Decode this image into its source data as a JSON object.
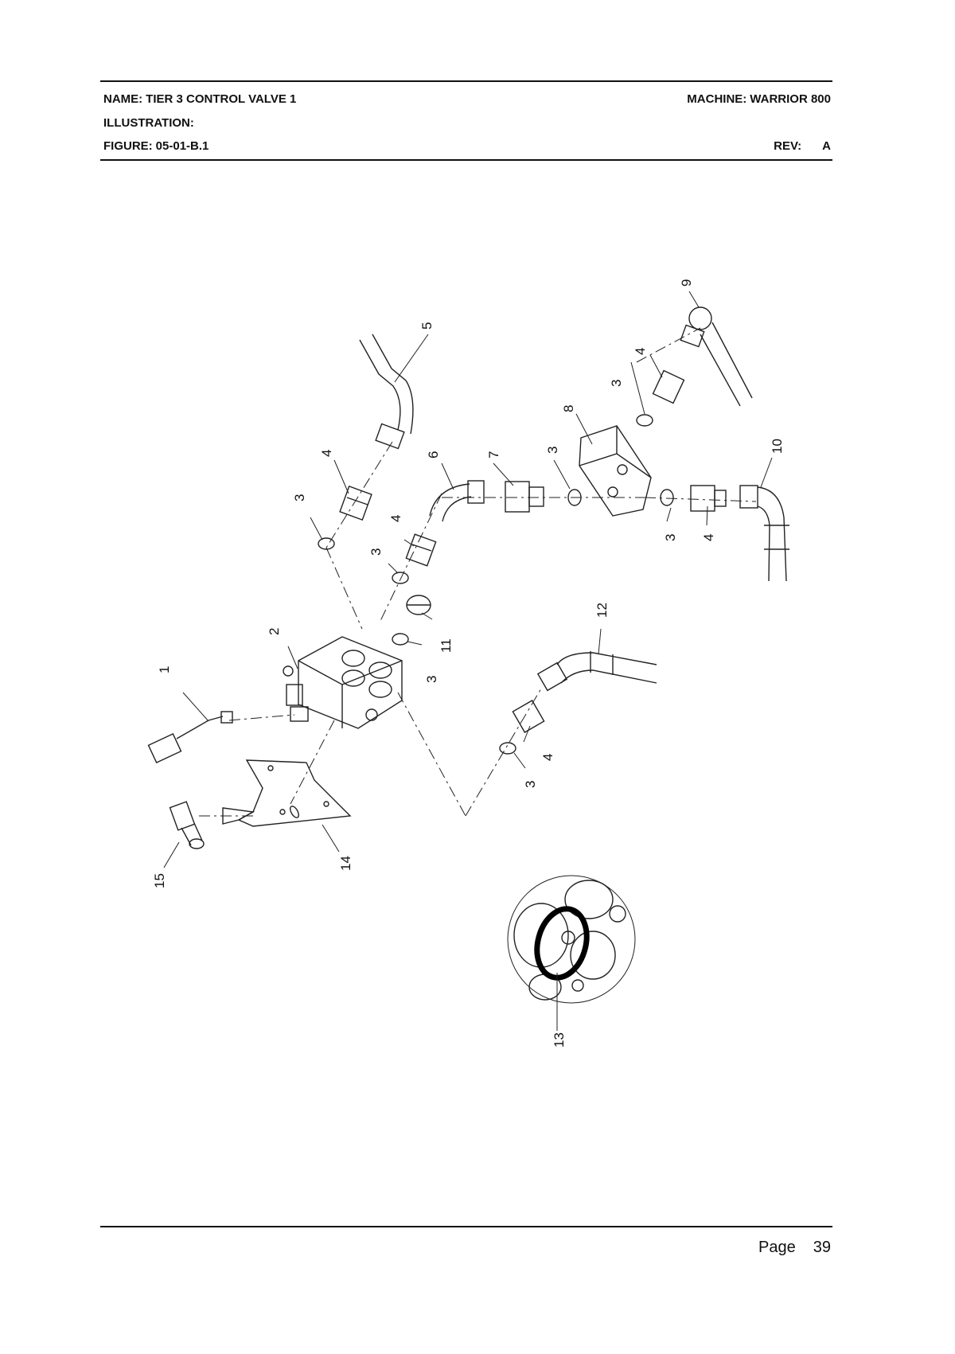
{
  "header": {
    "name_key": "NAME:",
    "name_value": "TIER 3 CONTROL VALVE 1",
    "machine_key": "MACHINE:",
    "machine_value": "WARRIOR 800",
    "illustration_key": "ILLUSTRATION:",
    "figure_key": "FIGURE:",
    "figure_value": "05-01-B.1",
    "rev_key": "REV:",
    "rev_value": "A"
  },
  "callouts": [
    "1",
    "2",
    "3",
    "3",
    "3",
    "3",
    "3",
    "3",
    "3",
    "4",
    "4",
    "4",
    "4",
    "4",
    "5",
    "6",
    "7",
    "8",
    "9",
    "10",
    "11",
    "12",
    "13",
    "14",
    "15"
  ],
  "footer": {
    "page_label": "Page",
    "page_number": "39"
  }
}
